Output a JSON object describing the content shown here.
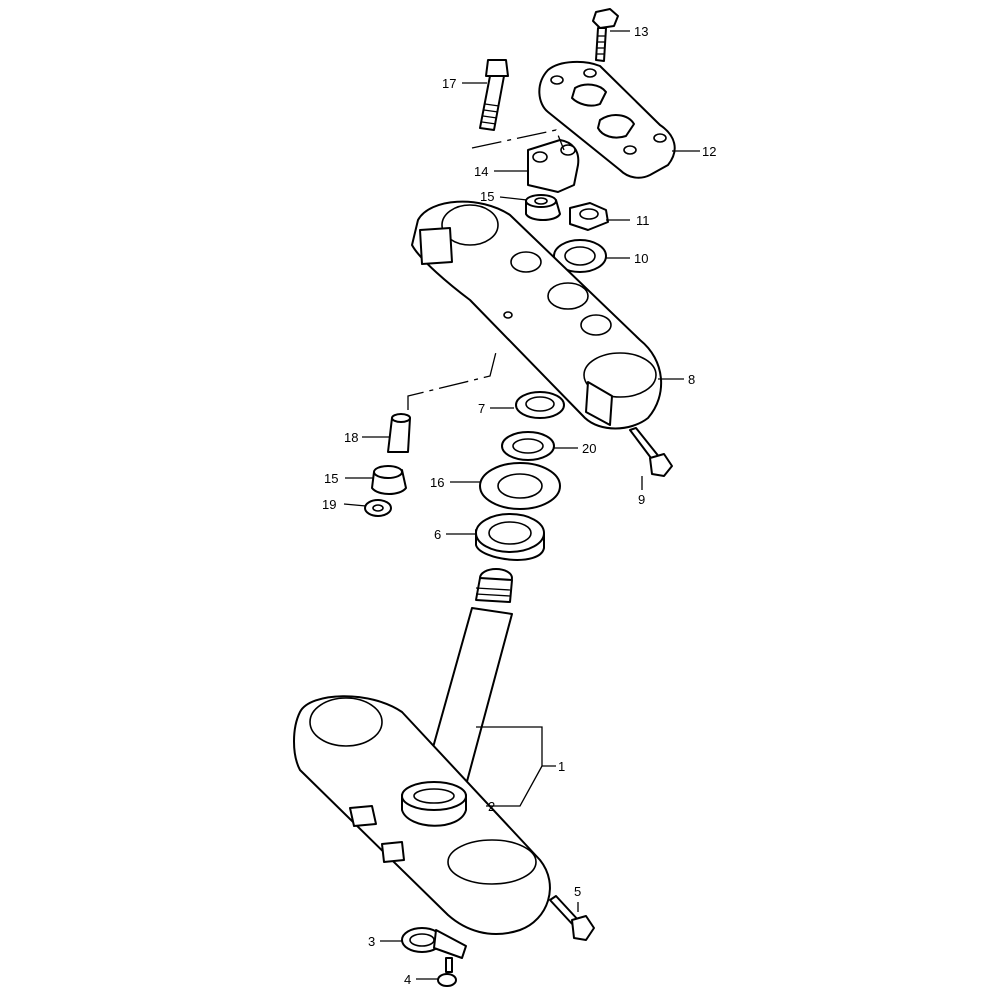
{
  "diagram": {
    "callouts": [
      {
        "id": "callout-13",
        "text": "13"
      },
      {
        "id": "callout-17",
        "text": "17"
      },
      {
        "id": "callout-12",
        "text": "12"
      },
      {
        "id": "callout-14",
        "text": "14"
      },
      {
        "id": "callout-15-top",
        "text": "15"
      },
      {
        "id": "callout-11",
        "text": "11"
      },
      {
        "id": "callout-10",
        "text": "10"
      },
      {
        "id": "callout-8",
        "text": "8"
      },
      {
        "id": "callout-7",
        "text": "7"
      },
      {
        "id": "callout-18",
        "text": "18"
      },
      {
        "id": "callout-20",
        "text": "20"
      },
      {
        "id": "callout-15-bottom",
        "text": "15"
      },
      {
        "id": "callout-9",
        "text": "9"
      },
      {
        "id": "callout-16",
        "text": "16"
      },
      {
        "id": "callout-19",
        "text": "19"
      },
      {
        "id": "callout-6",
        "text": "6"
      },
      {
        "id": "callout-1",
        "text": "1"
      },
      {
        "id": "callout-2",
        "text": "2"
      },
      {
        "id": "callout-5",
        "text": "5"
      },
      {
        "id": "callout-3",
        "text": "3"
      },
      {
        "id": "callout-4",
        "text": "4"
      }
    ]
  }
}
